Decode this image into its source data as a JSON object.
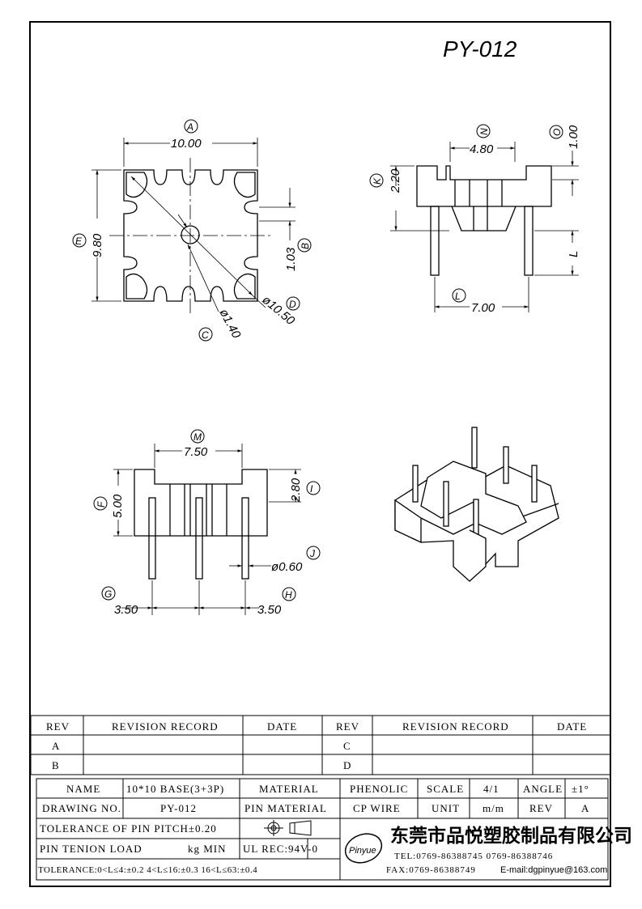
{
  "title": "PY-012",
  "view_top": {
    "dims": {
      "A": "10.00",
      "E": "9.80",
      "B": "1.03",
      "D": "ø10.50",
      "C": "ø1.40"
    },
    "letters": [
      "A",
      "E",
      "B",
      "D",
      "C"
    ]
  },
  "view_side": {
    "dims": {
      "N": "4.80",
      "O": "1.00",
      "K": "2.20",
      "L_vert": "L",
      "L": "7.00"
    },
    "letters": [
      "N",
      "O",
      "K",
      "L"
    ]
  },
  "view_front": {
    "dims": {
      "M": "7.50",
      "F": "5.00",
      "I": "2.80",
      "J": "ø0.60",
      "G": "3.50",
      "H": "3.50"
    },
    "letters": [
      "M",
      "F",
      "I",
      "J",
      "G",
      "H"
    ]
  },
  "revision_table": {
    "headers": [
      "REV",
      "REVISION RECORD",
      "DATE",
      "REV",
      "REVISION RECORD",
      "DATE"
    ],
    "rows": [
      [
        "A",
        "",
        "",
        "C",
        "",
        ""
      ],
      [
        "B",
        "",
        "",
        "D",
        "",
        ""
      ]
    ]
  },
  "spec": {
    "name_label": "NAME",
    "name_value": "10*10 BASE(3+3P)",
    "material_label": "MATERIAL",
    "material_value": "PHENOLIC",
    "scale_label": "SCALE",
    "scale_value": "4/1",
    "angle_label": "ANGLE",
    "angle_value": "±1°",
    "drawing_label": "DRAWING NO.",
    "drawing_value": "PY-012",
    "pin_material_label": "PIN MATERIAL",
    "pin_material_value": "CP WIRE",
    "unit_label": "UNIT",
    "unit_value": "m/m",
    "rev_label": "REV",
    "rev_value": "A",
    "tolerance_pitch": "TOLERANCE OF PIN PITCH±0.20",
    "pin_tension_label": "PIN TENION LOAD",
    "pin_tension_value": "kg MIN",
    "ul": "UL REC:94V-0",
    "tolerance_range": "TOLERANCE:0<L≤4:±0.2  4<L≤16:±0.3  16<L≤63:±0.4"
  },
  "company": {
    "logo_text": "Pinyue",
    "name_cn": "东莞市品悦塑胶制品有限公司",
    "tel": "TEL:0769-86388745   0769-86388746",
    "fax": "FAX:0769-86388749",
    "email": "E-mail:dgpinyue@163.com"
  }
}
